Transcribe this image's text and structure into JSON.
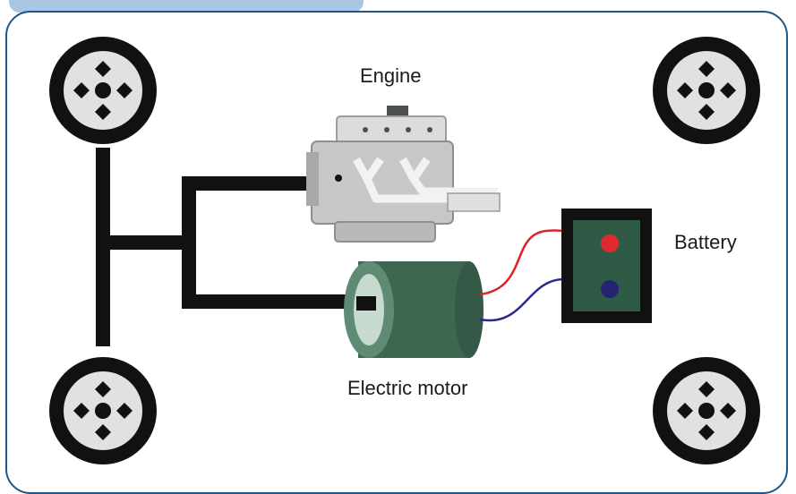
{
  "diagram": {
    "labels": {
      "engine": "Engine",
      "battery": "Battery",
      "electric_motor": "Electric motor"
    },
    "colors": {
      "frame_border": "#1f5687",
      "tab": "#a9c7e3",
      "shaft": "#111111",
      "engine_body": "#c8cbc9",
      "motor_body": "#3e6651",
      "battery_body": "#2f5a46",
      "positive_wire": "#d7262a",
      "negative_wire": "#2a2a8c"
    },
    "components": [
      "wheel-front-left",
      "wheel-rear-left",
      "wheel-front-right",
      "wheel-rear-right",
      "engine",
      "electric-motor",
      "battery",
      "drive-shaft"
    ]
  }
}
